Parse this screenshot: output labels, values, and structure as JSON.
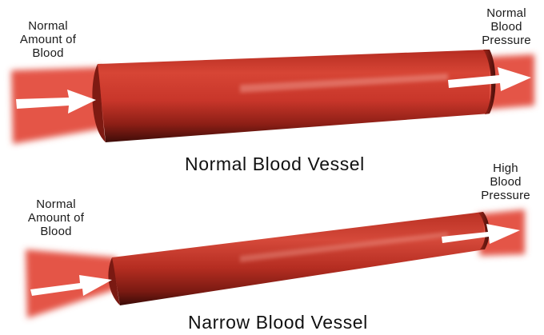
{
  "diagram": {
    "panels": [
      {
        "title": "Normal Blood Vessel",
        "inlet_label": "Normal\nAmount of\nBlood",
        "outlet_label": "Normal\nBlood\nPressure"
      },
      {
        "title": "Narrow Blood Vessel",
        "inlet_label": "Normal\nAmount of\nBlood",
        "outlet_label": "High\nBlood\nPressure"
      }
    ],
    "colors": {
      "vessel": "#c8362a",
      "vessel_dark": "#5a120c",
      "vessel_light": "#e0594a",
      "blood_flow": "#e45446",
      "arrow": "#ffffff",
      "text": "#1a1a1a"
    }
  }
}
